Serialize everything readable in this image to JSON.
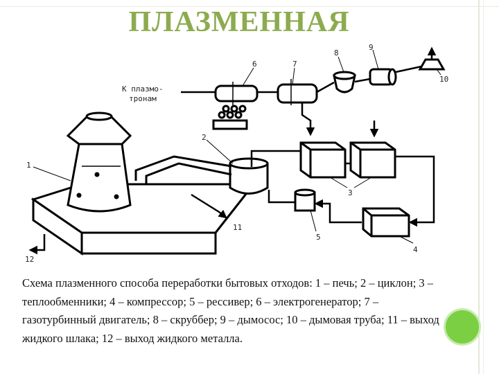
{
  "title": "ПЛАЗМЕННАЯ",
  "diagram": {
    "labels": {
      "plasmotron_line1": "К плазмо-",
      "plasmotron_line2": "тронам",
      "n1": "1",
      "n2": "2",
      "n3": "3",
      "n4": "4",
      "n5": "5",
      "n6": "6",
      "n7": "7",
      "n8": "8",
      "n9": "9",
      "n10": "10",
      "n11": "11",
      "n12": "12"
    }
  },
  "caption": "Схема плазменного способа переработки бытовых отходов: 1 – печь; 2 – циклон; 3 – теплообменники; 4 – компрессор; 5 – рессивер; 6 – электрогенератор; 7 – газотурбинный двигатель; 8 – скруббер; 9 – дымосос; 10 – дымовая труба; 11 – выход жидкого шлака; 12 – выход жидкого металла.",
  "colors": {
    "title": "#8cab4f",
    "accent_circle": "#7ad042"
  }
}
